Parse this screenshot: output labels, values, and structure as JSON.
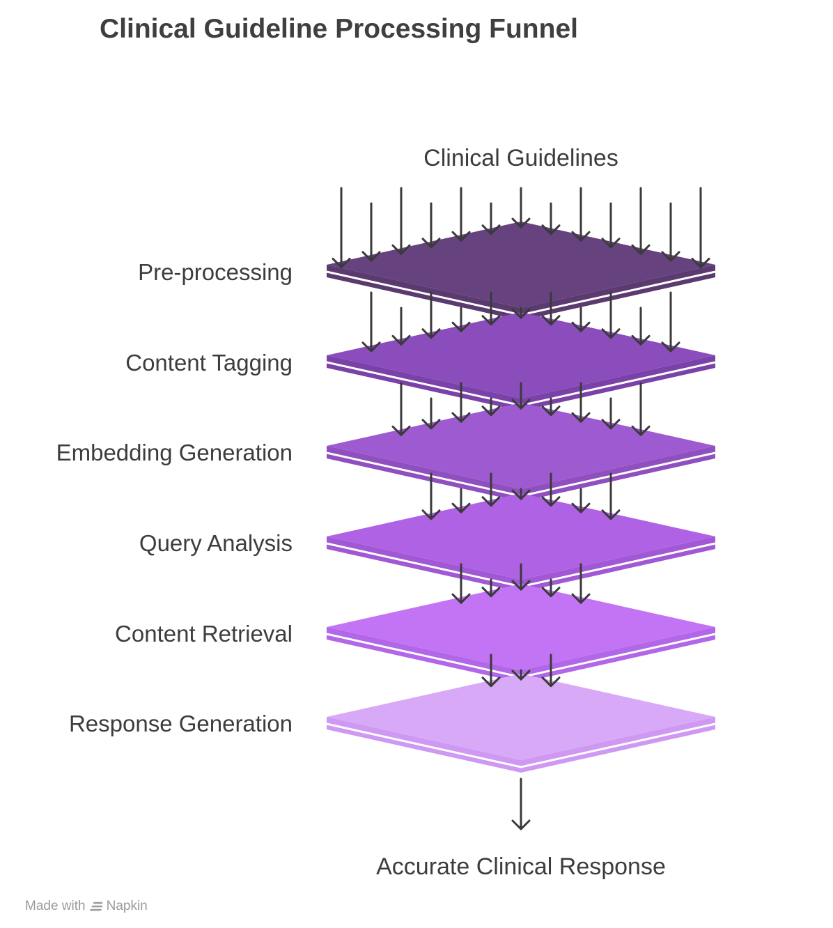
{
  "title": "Clinical Guideline Processing Funnel",
  "input": "Clinical Guidelines",
  "output": "Accurate Clinical Response",
  "stages": [
    {
      "label": "Pre-processing",
      "top_color": "#66437e",
      "side_color": "#5b3a70"
    },
    {
      "label": "Content Tagging",
      "top_color": "#8a4dbb",
      "side_color": "#7a42a8"
    },
    {
      "label": "Embedding Generation",
      "top_color": "#9e5ad0",
      "side_color": "#8f4fbf"
    },
    {
      "label": "Query Analysis",
      "top_color": "#b062e4",
      "side_color": "#a158d4"
    },
    {
      "label": "Content Retrieval",
      "top_color": "#c274f5",
      "side_color": "#b267e8"
    },
    {
      "label": "Response Generation",
      "top_color": "#d8a9f7",
      "side_color": "#cf99f3"
    }
  ],
  "arrows_per_stage": [
    13,
    11,
    9,
    7,
    5,
    3,
    1
  ],
  "watermark": {
    "prefix": "Made with",
    "brand": "Napkin",
    "icon": "napkin-logo-icon"
  },
  "colors": {
    "arrow": "#3a3a3a",
    "edge_highlight": "#ffffff",
    "text": "#3d3d3d"
  }
}
